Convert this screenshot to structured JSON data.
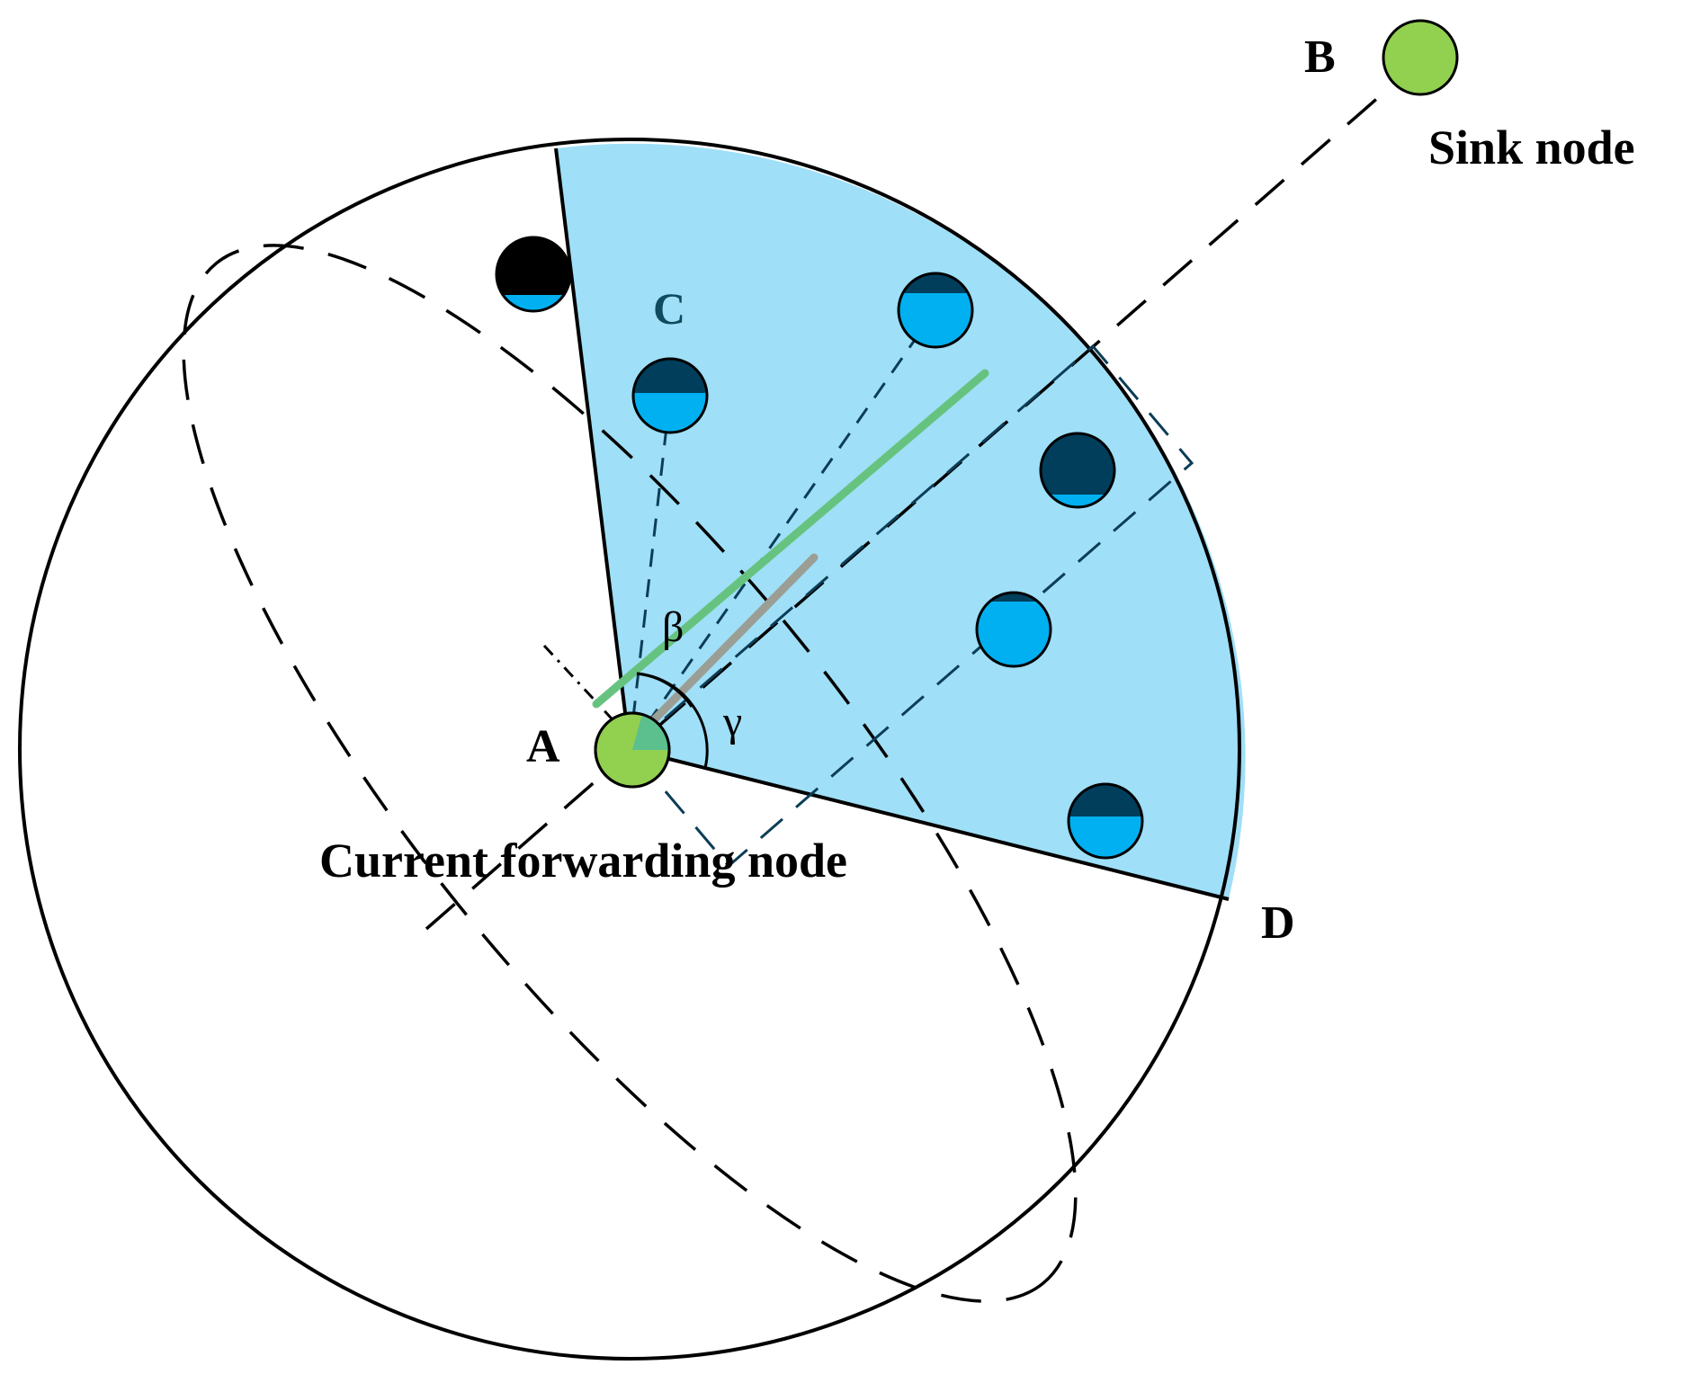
{
  "labels": {
    "point_a": "A",
    "point_b": "B",
    "point_c": "C",
    "point_d": "D",
    "sink_node": "Sink node",
    "current_forwarding_node": "Current forwarding node",
    "angle_beta": "β",
    "angle_gamma": "γ"
  },
  "colors": {
    "sector_fill": "#9fdff7",
    "node_green": "#92d050",
    "node_blue": "#00b0f0",
    "node_dark": "#003e5c",
    "green_line": "#66c37f",
    "grey_line": "#9a9e95",
    "stroke": "#000000",
    "inner_dash": "#0c3d57"
  }
}
